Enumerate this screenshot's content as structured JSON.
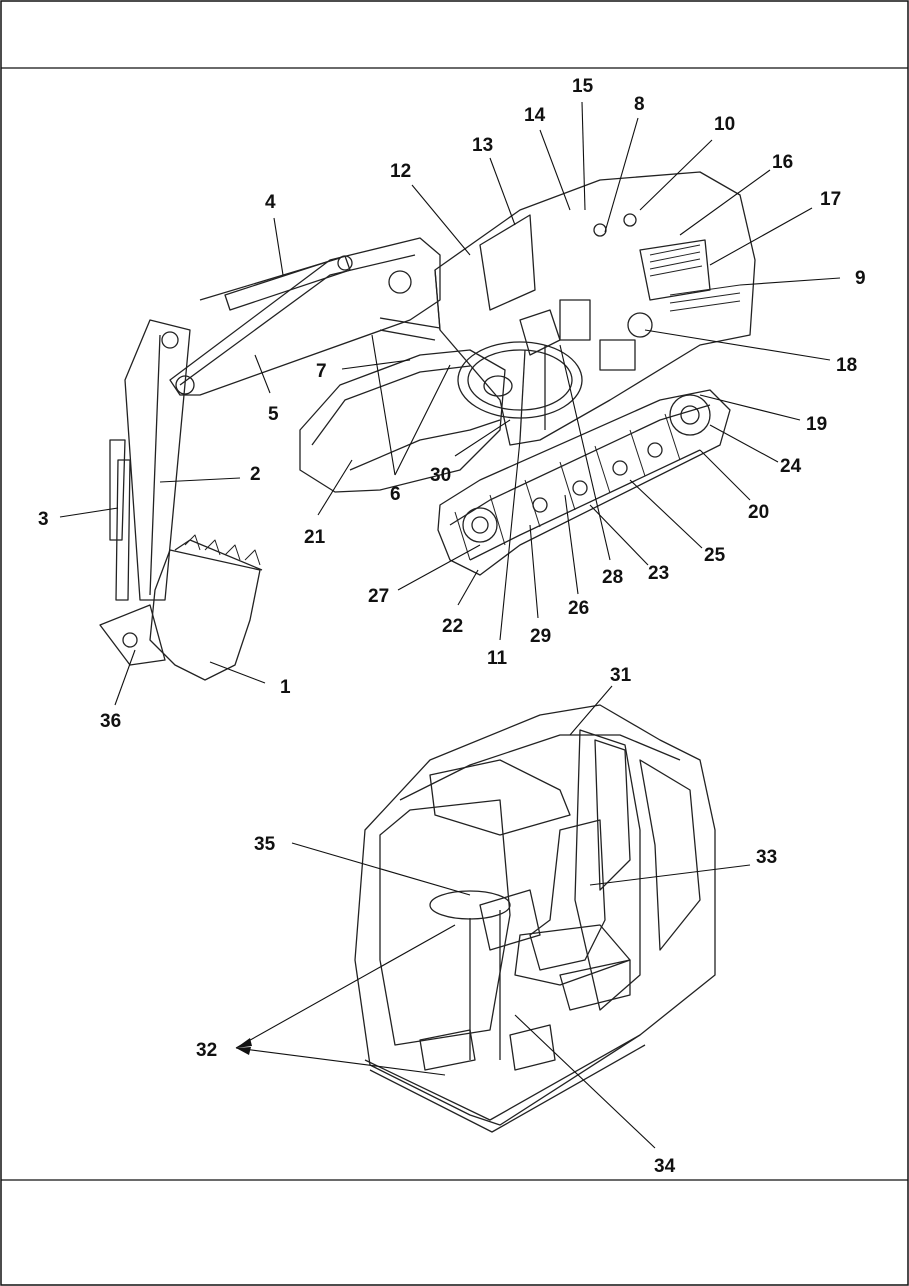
{
  "callouts": [
    "1",
    "2",
    "3",
    "4",
    "5",
    "6",
    "7",
    "8",
    "9",
    "10",
    "11",
    "12",
    "13",
    "14",
    "15",
    "16",
    "17",
    "18",
    "19",
    "20",
    "21",
    "22",
    "23",
    "24",
    "25",
    "26",
    "27",
    "28",
    "29",
    "30",
    "31",
    "32",
    "33",
    "34",
    "35",
    "36"
  ],
  "colors": {
    "line": "#111111",
    "background": "#ffffff"
  },
  "figures": [
    "excavator-illustration",
    "operator-cab-illustration"
  ]
}
